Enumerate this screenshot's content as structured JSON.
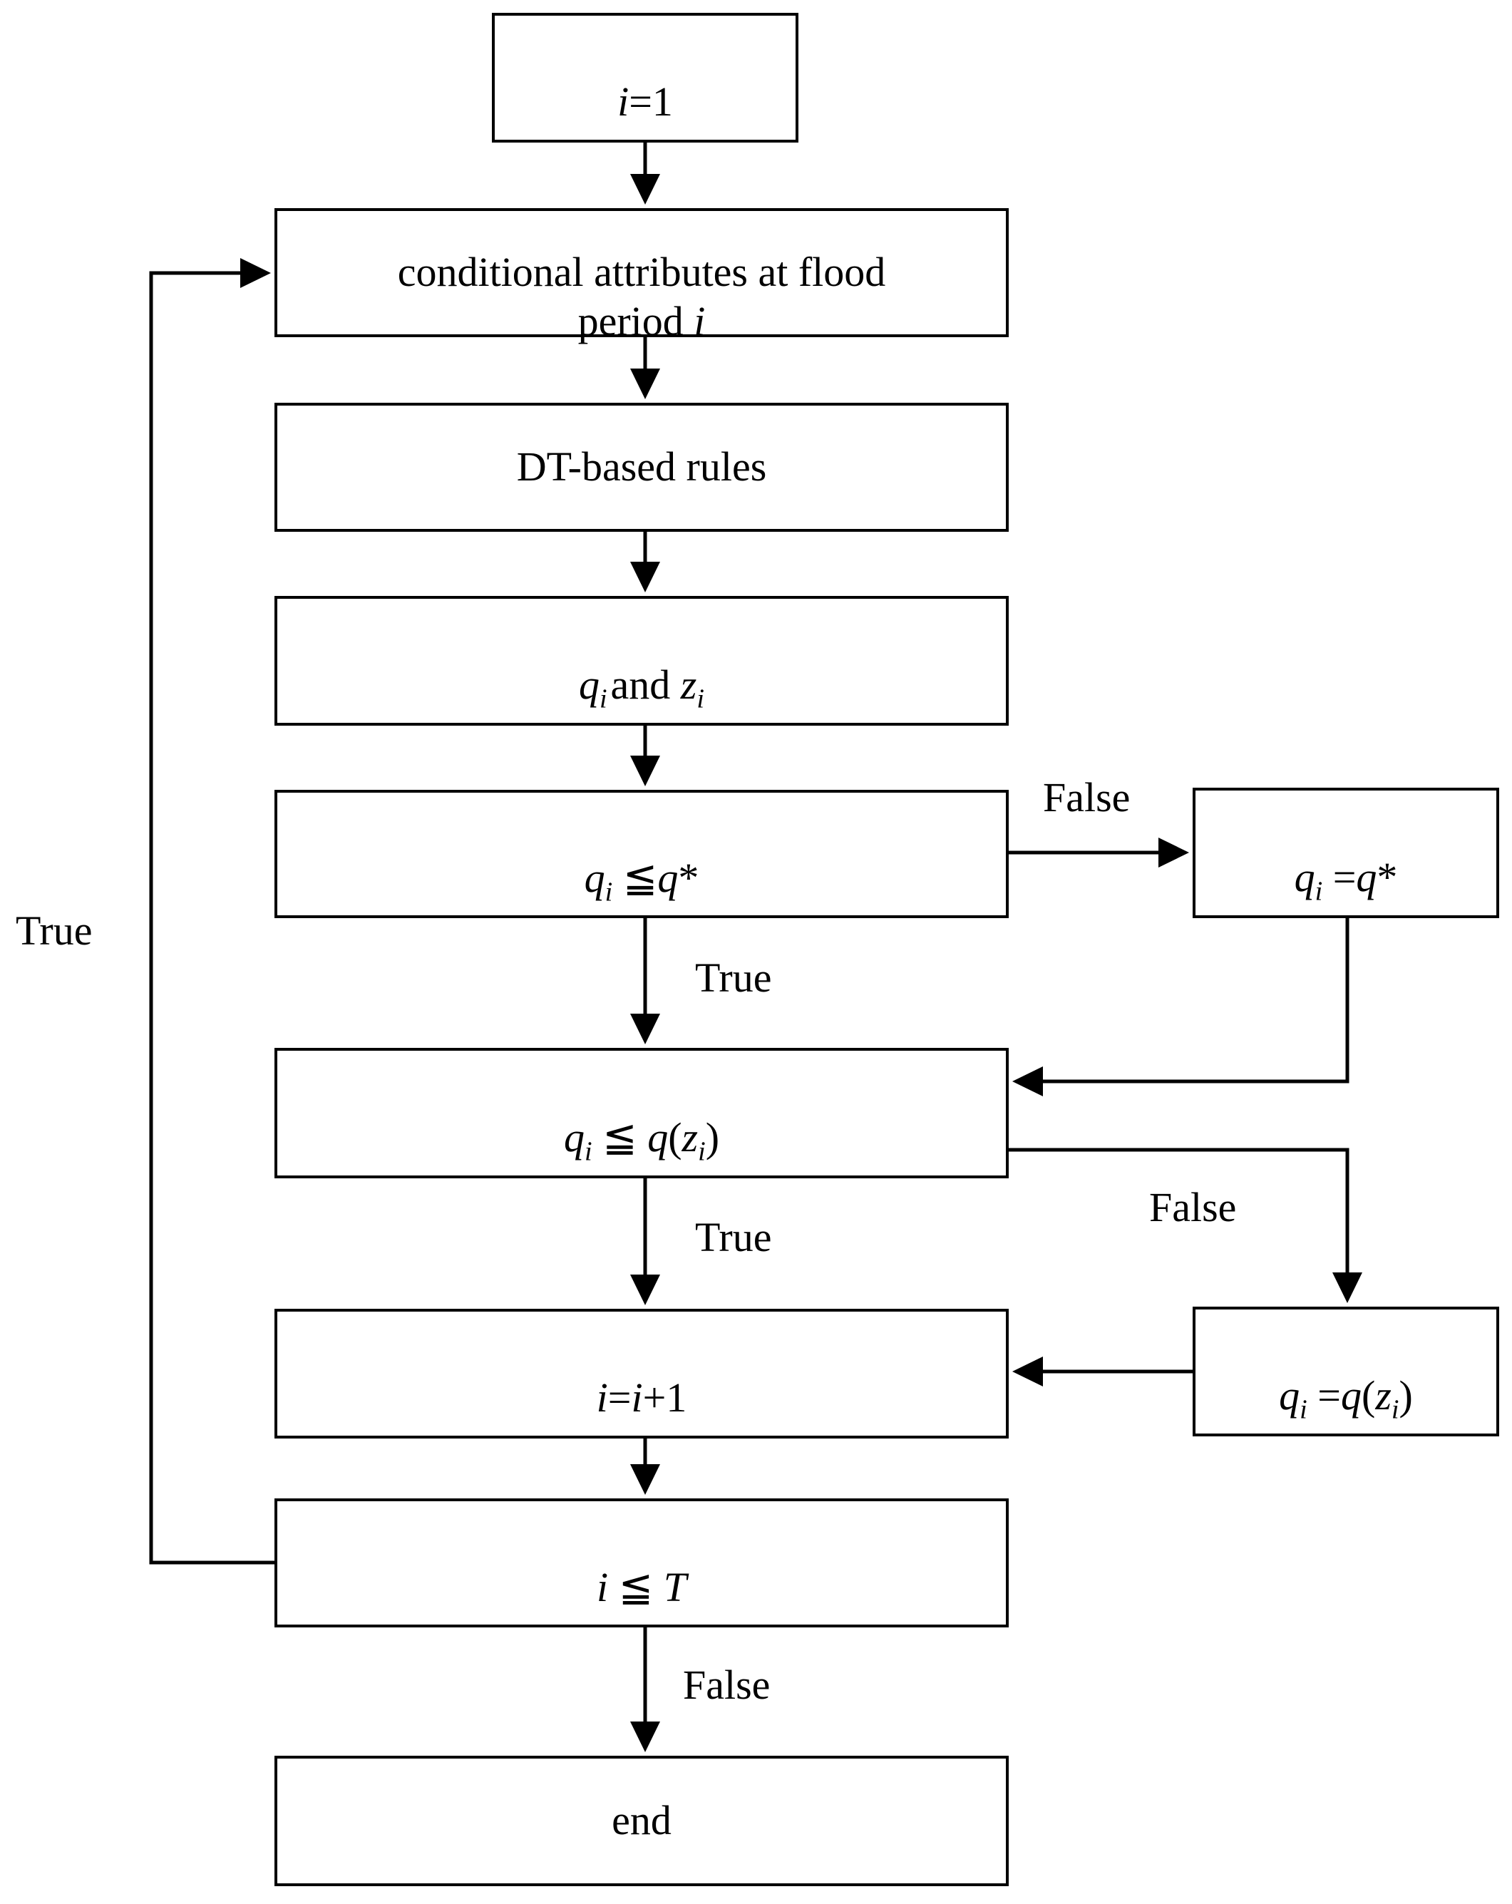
{
  "diagram": {
    "title": "Flood period decision-tree dispatch flowchart",
    "stroke_color": "#000000",
    "background_color": "#ffffff"
  },
  "nodes": [
    {
      "id": "start",
      "label": "i=1",
      "label_plain": "i=1",
      "shape": "rectangle"
    },
    {
      "id": "attributes",
      "label": "conditional attributes at flood\nperiod i",
      "label_plain": "conditional attributes at flood period i",
      "shape": "rectangle"
    },
    {
      "id": "rules",
      "label": "DT-based rules",
      "label_plain": "DT-based rules",
      "shape": "rectangle"
    },
    {
      "id": "qz",
      "label": "q_i and z_i",
      "label_plain": "qi and zi",
      "shape": "rectangle"
    },
    {
      "id": "check_qstar",
      "label": "q_i ≤ q*",
      "label_plain": "qi <= q*",
      "shape": "rectangle"
    },
    {
      "id": "set_qstar",
      "label": "q_i = q*",
      "label_plain": "qi = q*",
      "shape": "rectangle"
    },
    {
      "id": "check_qz",
      "label": "q_i ≤ q(z_i)",
      "label_plain": "qi <= q(zi)",
      "shape": "rectangle"
    },
    {
      "id": "set_qz",
      "label": "q_i = q(z_i)",
      "label_plain": "qi = q(zi)",
      "shape": "rectangle"
    },
    {
      "id": "increment",
      "label": "i=i+1",
      "label_plain": "i=i+1",
      "shape": "rectangle"
    },
    {
      "id": "check_T",
      "label": "i ≤ T",
      "label_plain": "i <= T",
      "shape": "rectangle"
    },
    {
      "id": "end",
      "label": "end",
      "label_plain": "end",
      "shape": "rectangle"
    }
  ],
  "edge_labels": {
    "qstar_false": "False",
    "qstar_true": "True",
    "qz_true": "True",
    "qz_false": "False",
    "loop_true": "True",
    "t_false": "False"
  },
  "edges": [
    {
      "from": "start",
      "to": "attributes",
      "label": ""
    },
    {
      "from": "attributes",
      "to": "rules",
      "label": ""
    },
    {
      "from": "rules",
      "to": "qz",
      "label": ""
    },
    {
      "from": "qz",
      "to": "check_qstar",
      "label": ""
    },
    {
      "from": "check_qstar",
      "to": "set_qstar",
      "label": "False"
    },
    {
      "from": "check_qstar",
      "to": "check_qz",
      "label": "True"
    },
    {
      "from": "set_qstar",
      "to": "check_qz",
      "label": ""
    },
    {
      "from": "check_qz",
      "to": "increment",
      "label": "True"
    },
    {
      "from": "check_qz",
      "to": "set_qz",
      "label": "False"
    },
    {
      "from": "set_qz",
      "to": "increment",
      "label": ""
    },
    {
      "from": "increment",
      "to": "check_T",
      "label": ""
    },
    {
      "from": "check_T",
      "to": "attributes",
      "label": "True"
    },
    {
      "from": "check_T",
      "to": "end",
      "label": "False"
    }
  ]
}
